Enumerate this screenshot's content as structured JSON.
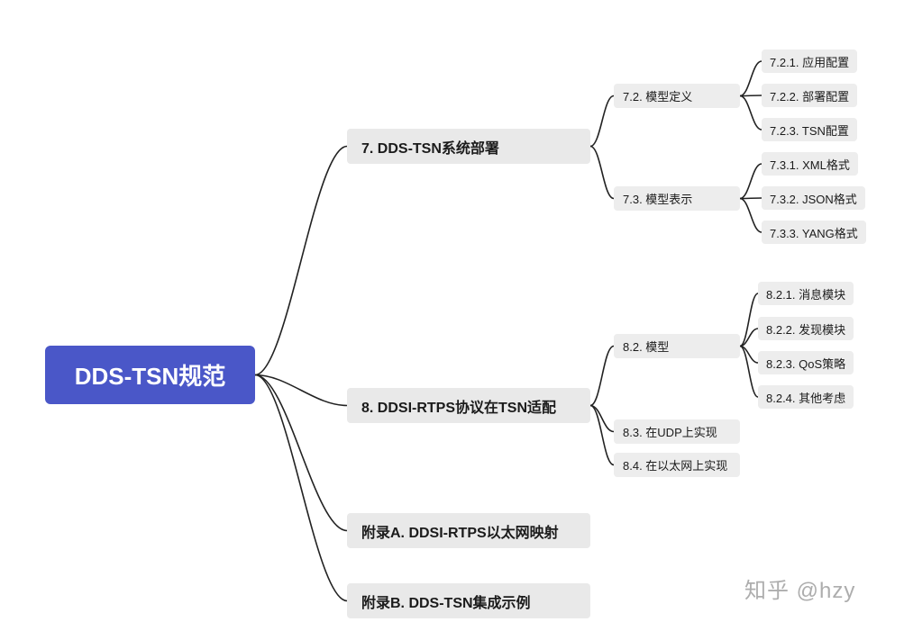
{
  "title": "DDS-TSN specification mind map",
  "watermark": {
    "label": "知乎 @hzy"
  },
  "colors": {
    "root_bg": "#4a57c8",
    "node_bg": "#e9e9e9",
    "subnode_bg": "#ededed",
    "line": "#222222",
    "watermark": "#adadad"
  },
  "nodes": {
    "root": {
      "label": "DDS-TSN规范"
    },
    "n7": {
      "label": "7. DDS-TSN系统部署"
    },
    "n72": {
      "label": "7.2. 模型定义"
    },
    "n721": {
      "label": "7.2.1. 应用配置"
    },
    "n722": {
      "label": "7.2.2. 部署配置"
    },
    "n723": {
      "label": "7.2.3. TSN配置"
    },
    "n73": {
      "label": "7.3. 模型表示"
    },
    "n731": {
      "label": "7.3.1. XML格式"
    },
    "n732": {
      "label": "7.3.2. JSON格式"
    },
    "n733": {
      "label": "7.3.3. YANG格式"
    },
    "n8": {
      "label": "8. DDSI-RTPS协议在TSN适配"
    },
    "n82": {
      "label": "8.2. 模型"
    },
    "n821": {
      "label": "8.2.1. 消息模块"
    },
    "n822": {
      "label": "8.2.2. 发现模块"
    },
    "n823": {
      "label": "8.2.3. QoS策略"
    },
    "n824": {
      "label": "8.2.4. 其他考虑"
    },
    "n83": {
      "label": "8.3. 在UDP上实现"
    },
    "n84": {
      "label": "8.4. 在以太网上实现"
    },
    "nA": {
      "label": "附录A. DDSI-RTPS以太网映射"
    },
    "nB": {
      "label": "附录B. DDS-TSN集成示例"
    }
  },
  "edges": [
    [
      "root",
      "n7"
    ],
    [
      "root",
      "n8"
    ],
    [
      "root",
      "nA"
    ],
    [
      "root",
      "nB"
    ],
    [
      "n7",
      "n72"
    ],
    [
      "n7",
      "n73"
    ],
    [
      "n72",
      "n721"
    ],
    [
      "n72",
      "n722"
    ],
    [
      "n72",
      "n723"
    ],
    [
      "n73",
      "n731"
    ],
    [
      "n73",
      "n732"
    ],
    [
      "n73",
      "n733"
    ],
    [
      "n8",
      "n82"
    ],
    [
      "n8",
      "n83"
    ],
    [
      "n8",
      "n84"
    ],
    [
      "n82",
      "n821"
    ],
    [
      "n82",
      "n822"
    ],
    [
      "n82",
      "n823"
    ],
    [
      "n82",
      "n824"
    ]
  ]
}
